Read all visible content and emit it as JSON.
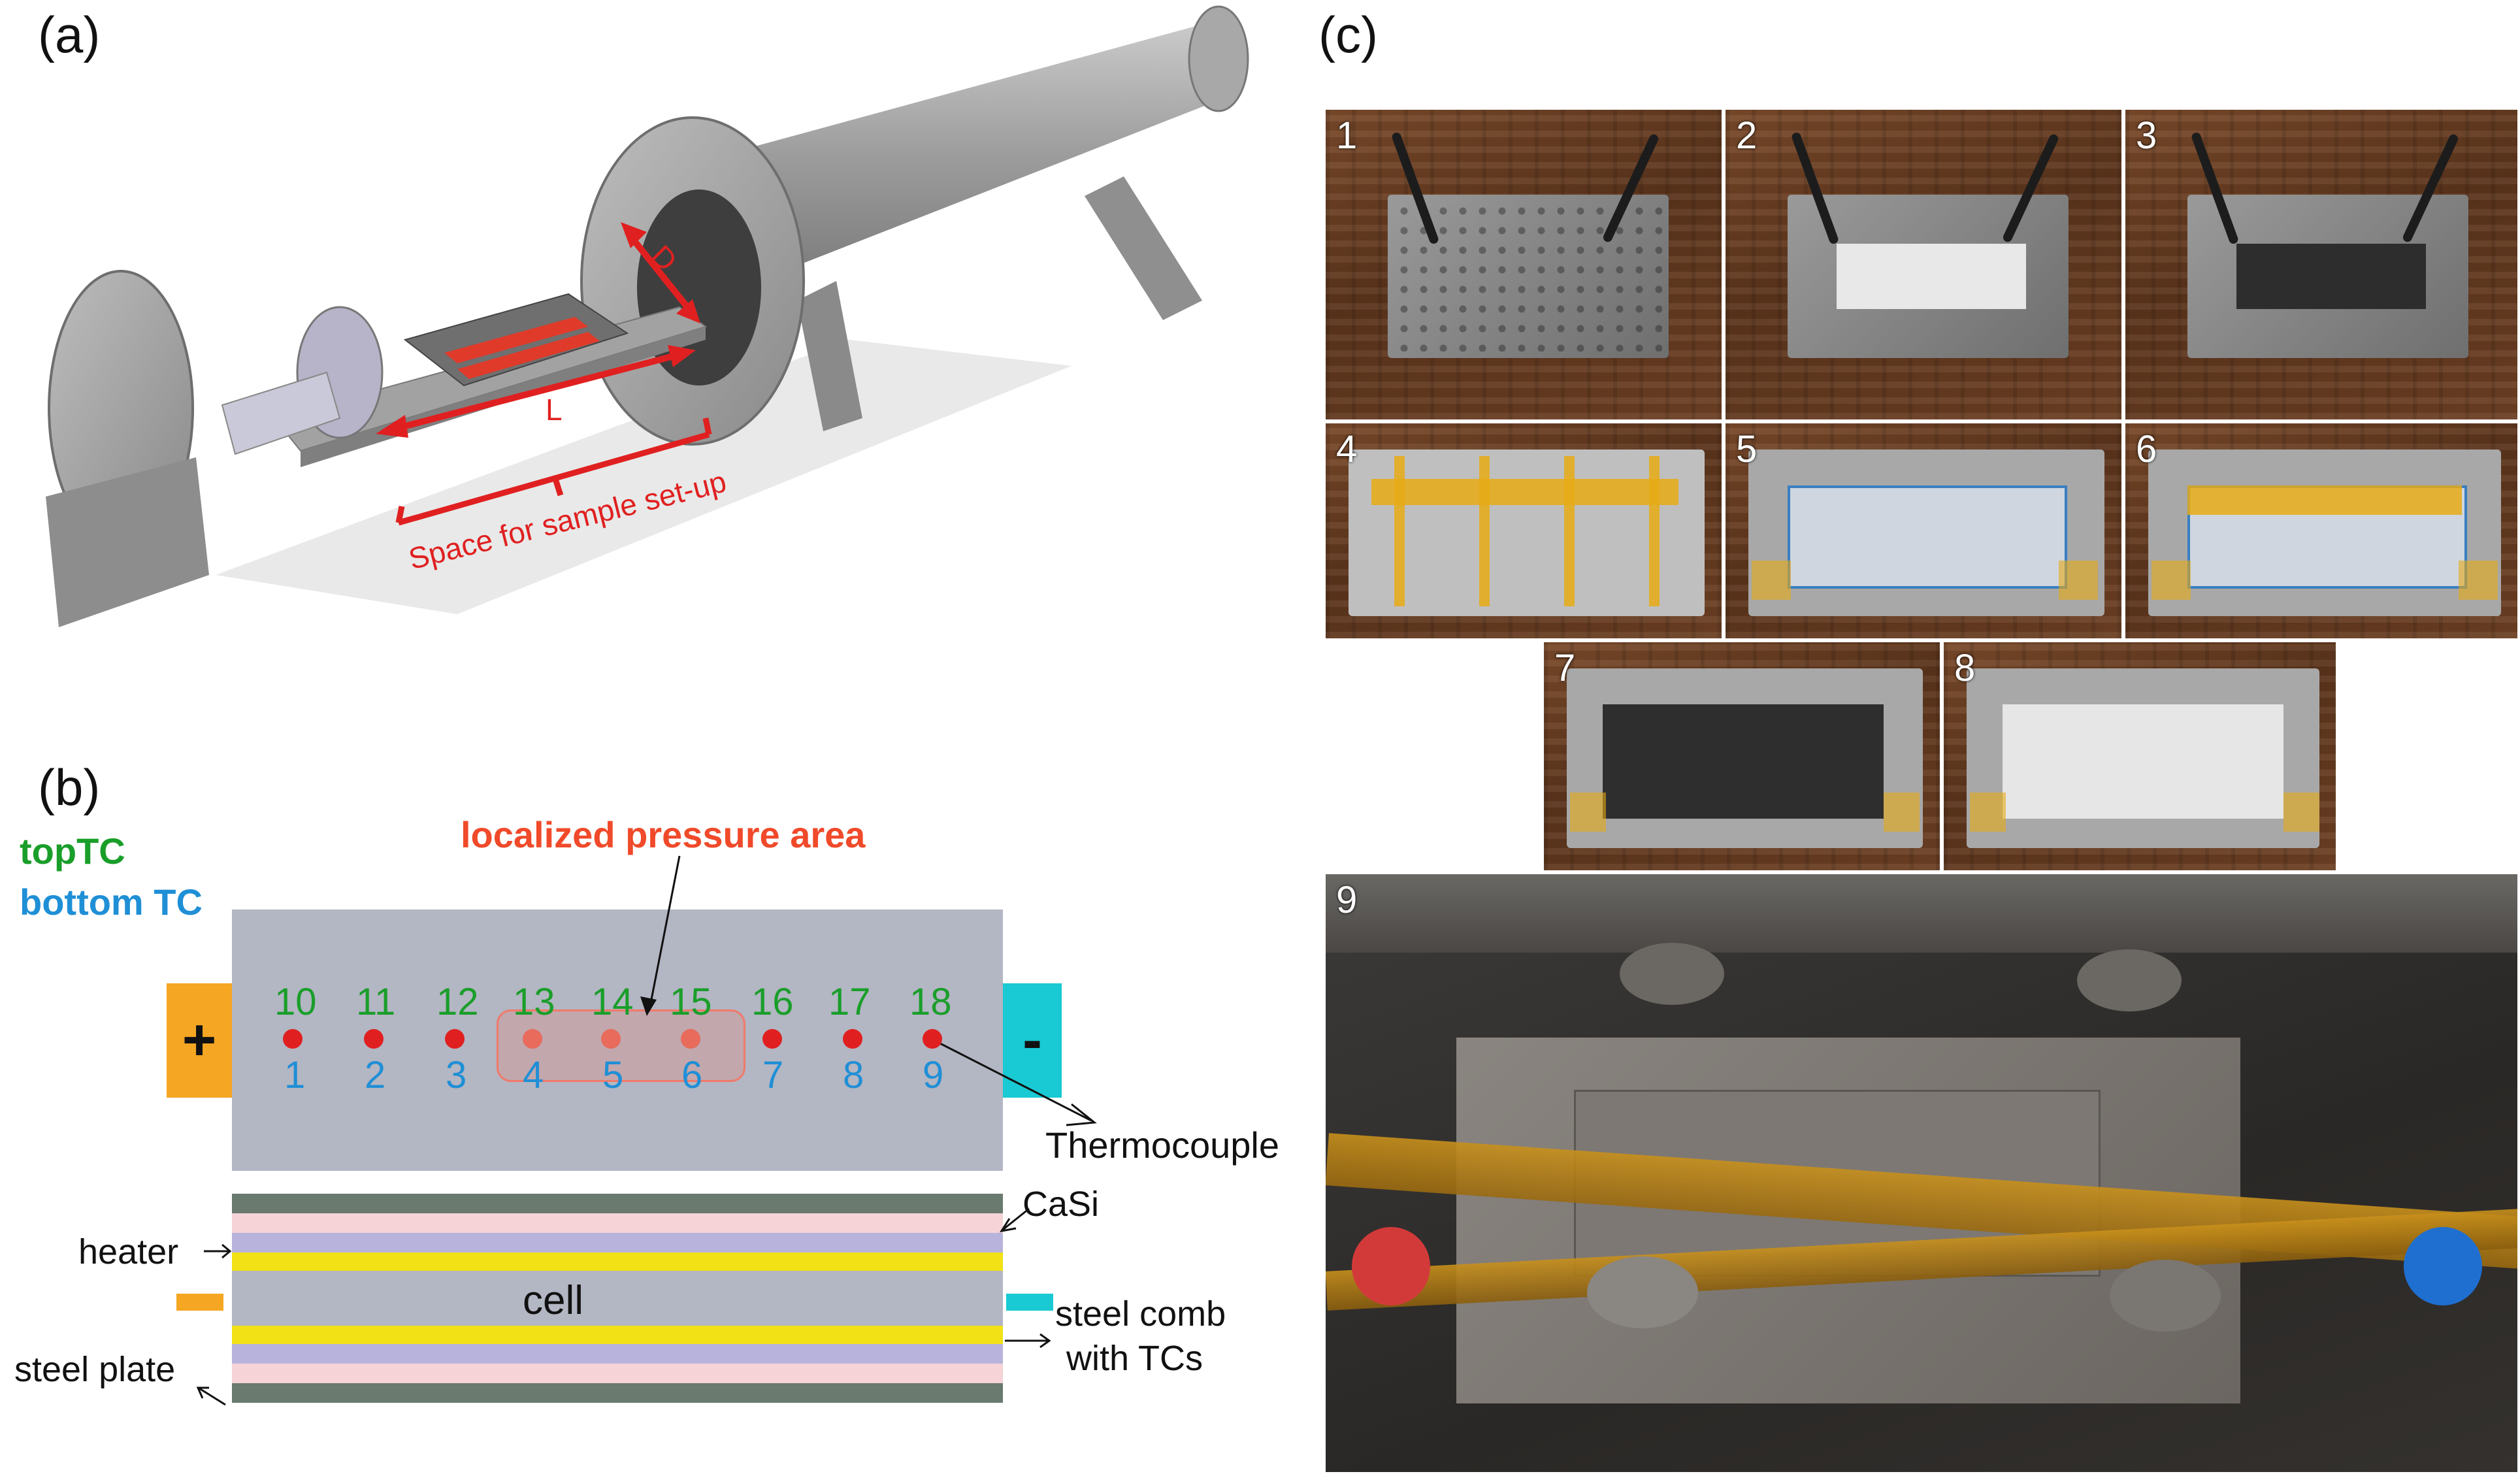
{
  "panels": {
    "a": {
      "letter": "(a)",
      "label_D": "D",
      "label_L": "L",
      "space_label": "Space for sample set-up"
    },
    "b": {
      "letter": "(b)",
      "legend_top": "topTC",
      "legend_bottom": "bottom TC",
      "pressure_label": "localized pressure area",
      "plus_label": "+",
      "minus_label": "-",
      "top_tc": [
        "10",
        "11",
        "12",
        "13",
        "14",
        "15",
        "16",
        "17",
        "18"
      ],
      "bottom_tc": [
        "1",
        "2",
        "3",
        "4",
        "5",
        "6",
        "7",
        "8",
        "9"
      ],
      "thermocouple_label": "Thermocouple",
      "casi_label": "CaSi",
      "heater_label": "heater",
      "cell_label": "cell",
      "steel_comb_label_1": "steel comb",
      "steel_comb_label_2": "with TCs",
      "steel_plate_label": "steel plate"
    },
    "c": {
      "letter": "(c)",
      "photo_numbers": [
        "1",
        "2",
        "3",
        "4",
        "5",
        "6",
        "7",
        "8",
        "9"
      ]
    }
  },
  "colors": {
    "red": "#e02020",
    "green": "#1a9e2a",
    "blue": "#1f8fd6",
    "orange": "#f5a623",
    "cyan": "#19c9d3",
    "cell_gray": "#b3b6c3",
    "dark_layer": "#6a7a6e",
    "pink_layer": "#f5d3d6",
    "lavender_layer": "#b8b3dc",
    "yellow_layer": "#f2e215"
  }
}
